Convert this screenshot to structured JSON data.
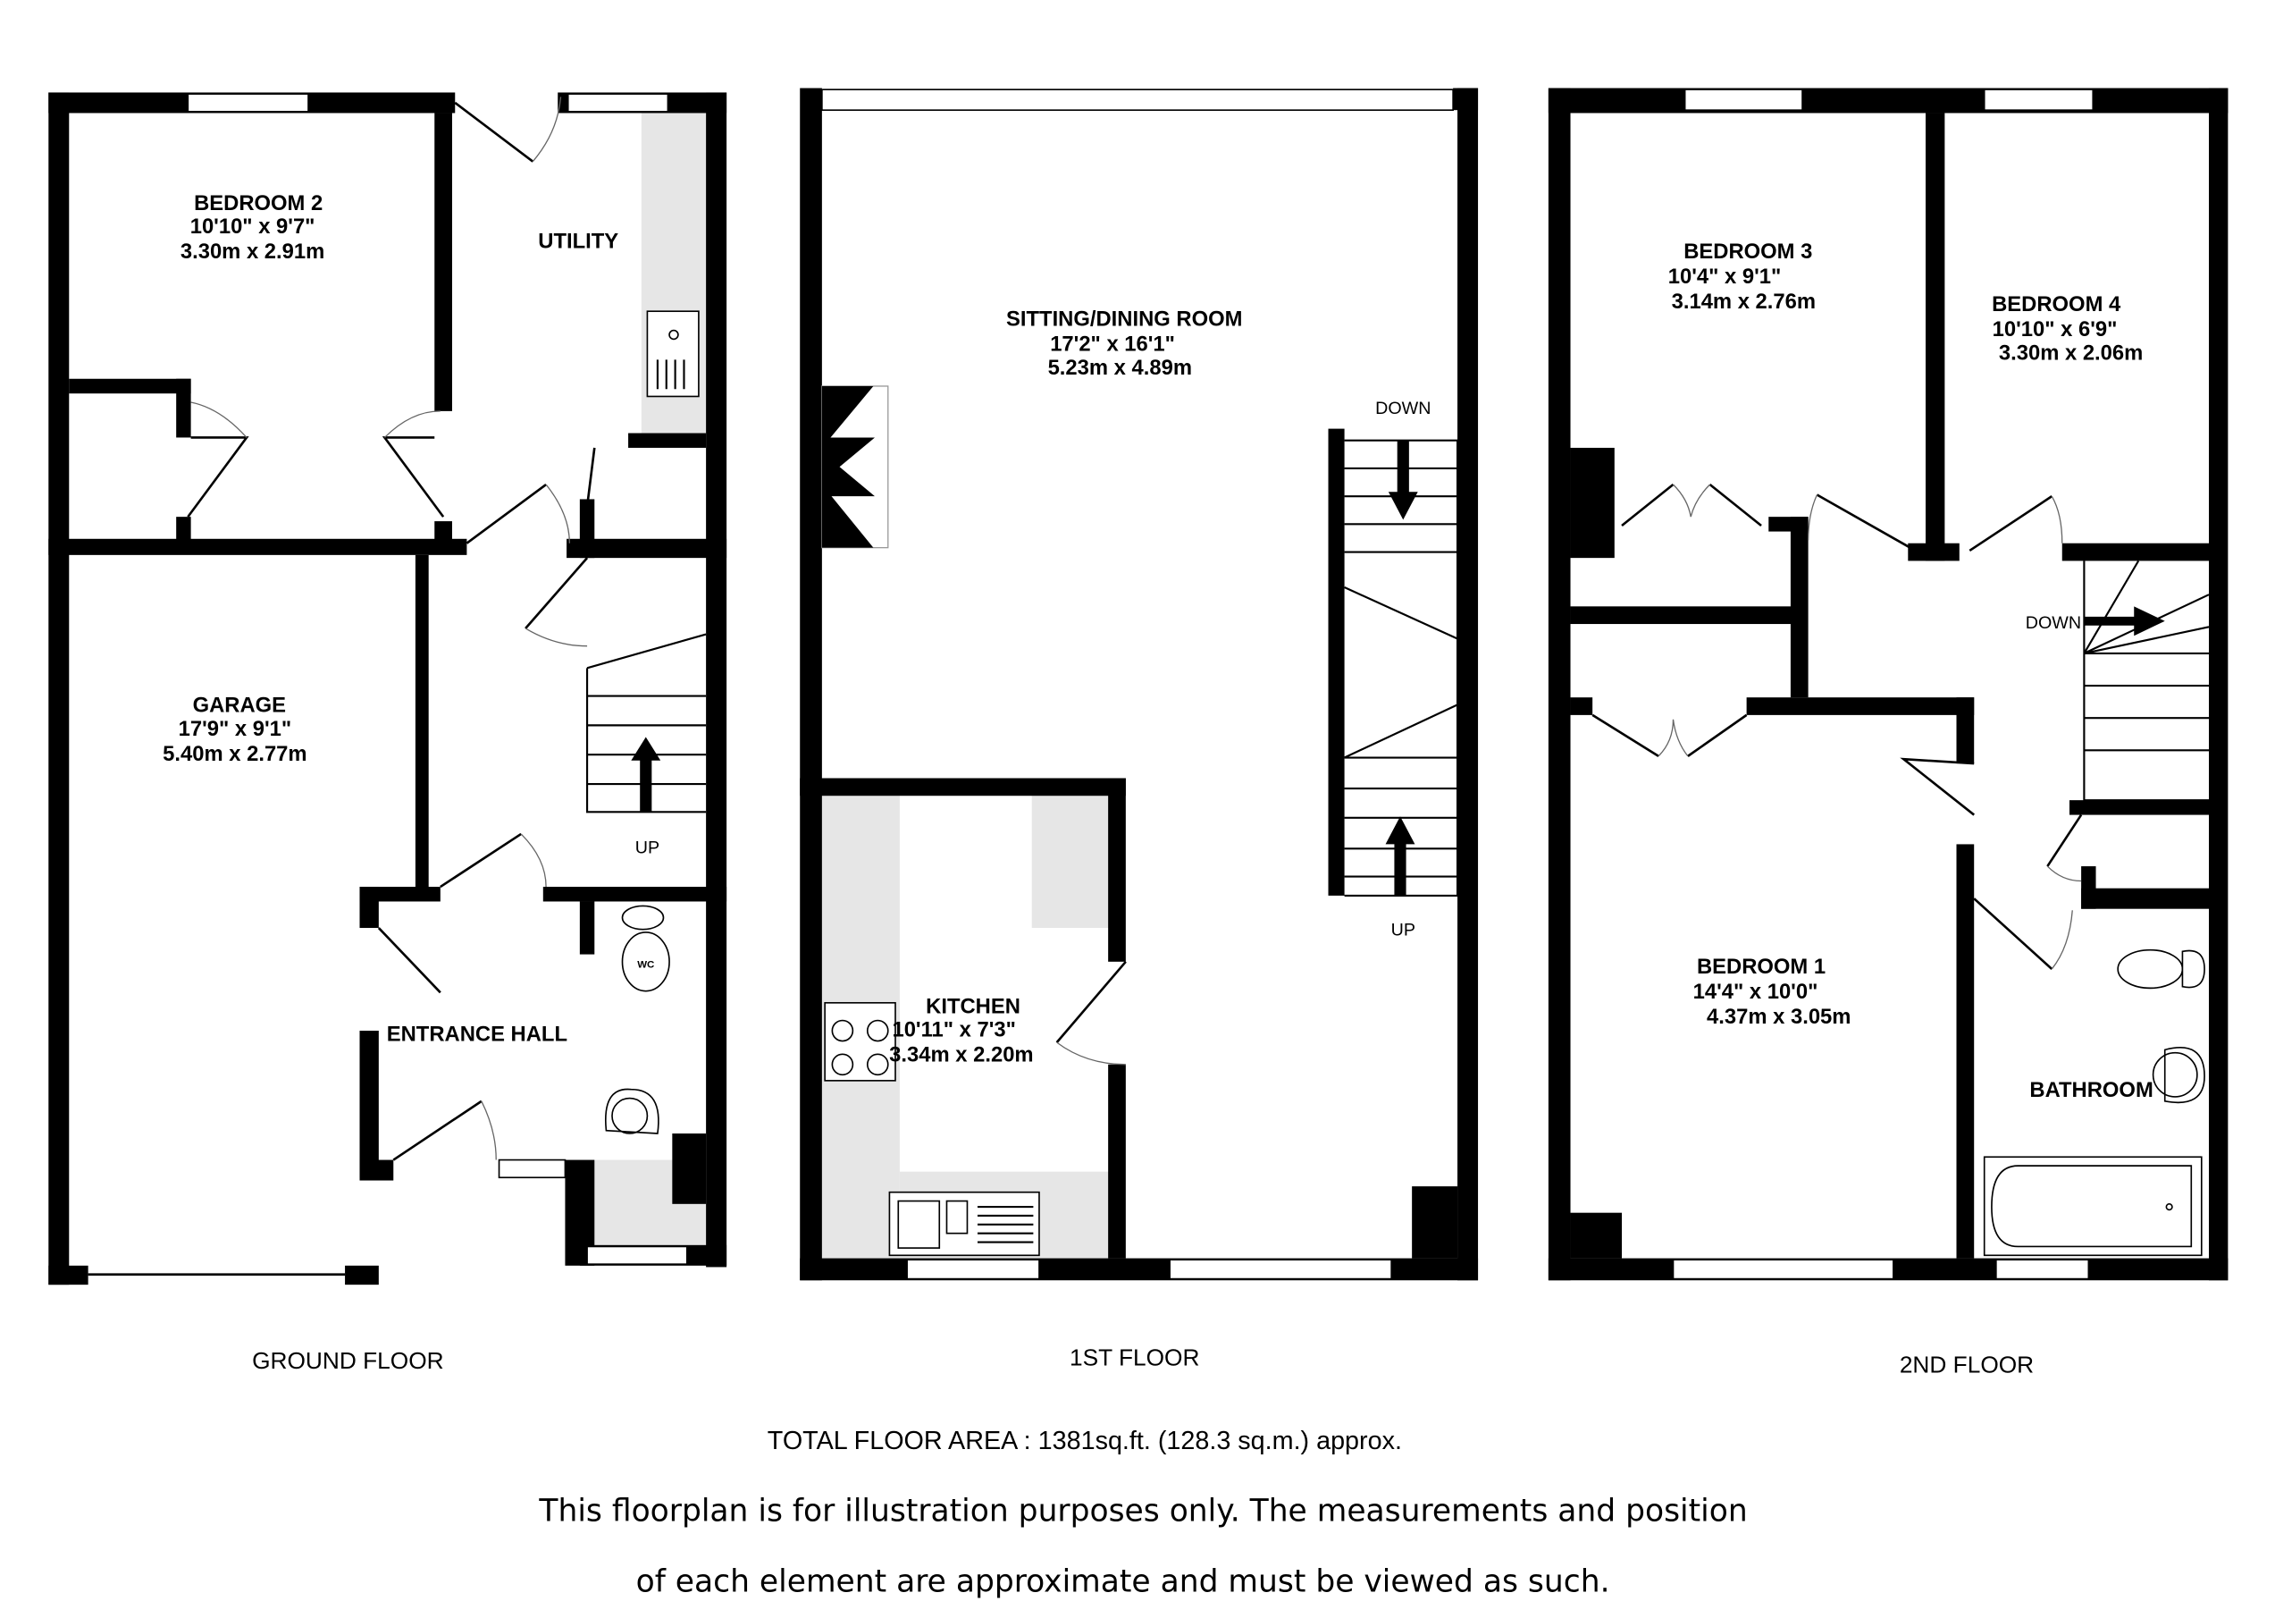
{
  "floors": {
    "ground": {
      "label": "GROUND FLOOR",
      "rooms": {
        "bedroom2": {
          "name": "BEDROOM 2",
          "imperial": "10'10\"  x 9'7\"",
          "metric": "3.30m  x 2.91m"
        },
        "utility": {
          "name": "UTILITY"
        },
        "garage": {
          "name": "GARAGE",
          "imperial": "17'9\"  x 9'1\"",
          "metric": "5.40m  x 2.77m"
        },
        "entrance_hall": {
          "name": "ENTRANCE HALL"
        },
        "wc": {
          "name": "WC"
        }
      },
      "stairs_label": "UP"
    },
    "first": {
      "label": "1ST FLOOR",
      "rooms": {
        "sitting": {
          "name": "SITTING/DINING ROOM",
          "imperial": "17'2\"  x 16'1\"",
          "metric": "5.23m  x 4.89m"
        },
        "kitchen": {
          "name": "KITCHEN",
          "imperial": "10'11\"  x 7'3\"",
          "metric": "3.34m  x 2.20m"
        }
      },
      "stairs_down": "DOWN",
      "stairs_up": "UP"
    },
    "second": {
      "label": "2ND FLOOR",
      "rooms": {
        "bedroom3": {
          "name": "BEDROOM 3",
          "imperial": "10'4\"  x 9'1\"",
          "metric": "3.14m  x 2.76m"
        },
        "bedroom4": {
          "name": "BEDROOM 4",
          "imperial": "10'10\"  x 6'9\"",
          "metric": "3.30m  x 2.06m"
        },
        "bedroom1": {
          "name": "BEDROOM 1",
          "imperial": "14'4\"  x 10'0\"",
          "metric": "4.37m  x 3.05m"
        },
        "bathroom": {
          "name": "BATHROOM"
        }
      },
      "stairs_down": "DOWN"
    }
  },
  "total_area": "TOTAL FLOOR AREA : 1381sq.ft. (128.3 sq.m.) approx.",
  "disclaimer": {
    "line1": "This floorplan is for illustration purposes only. The measurements and position",
    "line2": "of each element are approximate and must be viewed as such."
  }
}
